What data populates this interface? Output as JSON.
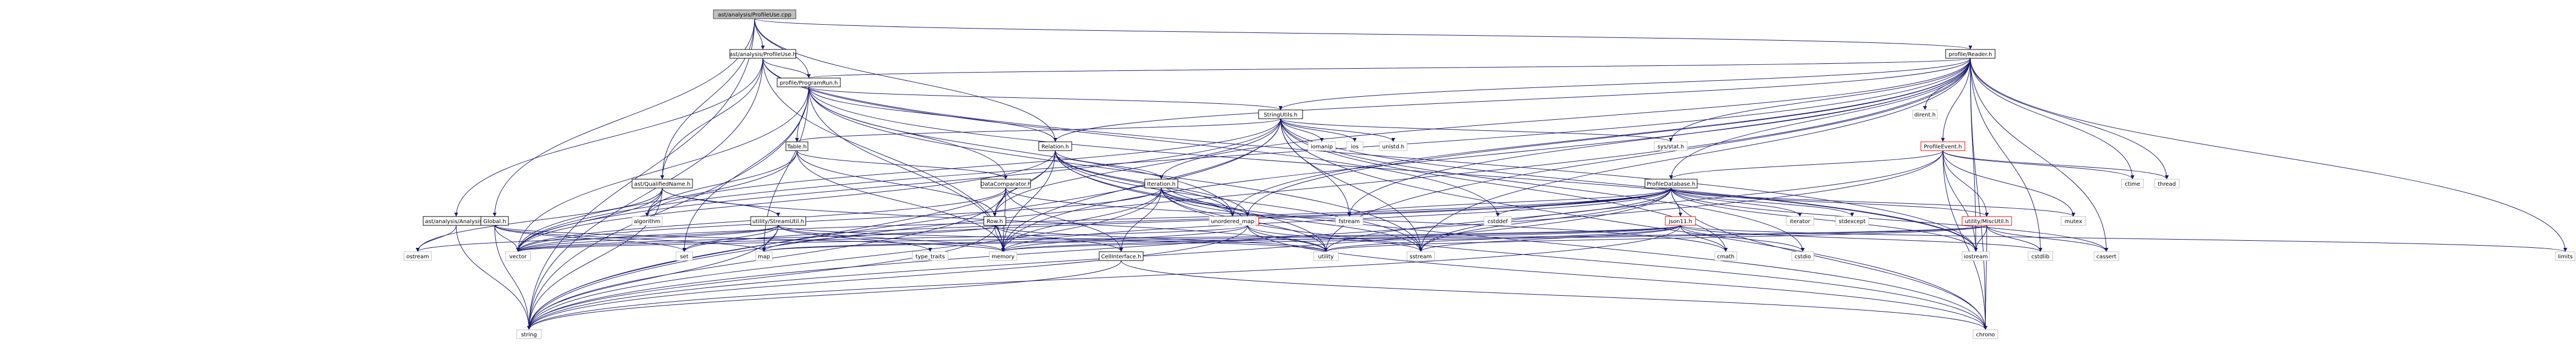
{
  "colors": {
    "root_fill": "#bfbfbf",
    "root_stroke": "#404040",
    "local_stroke": "#000000",
    "system_stroke": "#bfbfbf",
    "include_edge": "#191970",
    "undocumented_stroke": "#ff0000",
    "background": "#ffffff"
  },
  "nodes": [
    {
      "id": "root",
      "label": "ast/analysis/ProfileUse.cpp",
      "kind": "root"
    },
    {
      "id": "profileuse_h",
      "label": "ast/analysis/ProfileUse.h",
      "kind": "local"
    },
    {
      "id": "profilereader",
      "label": "profile/Reader.h",
      "kind": "local"
    },
    {
      "id": "programrun",
      "label": "profile/ProgramRun.h",
      "kind": "local"
    },
    {
      "id": "stringutils",
      "label": "StringUtils.h",
      "kind": "local"
    },
    {
      "id": "table",
      "label": "Table.h",
      "kind": "local"
    },
    {
      "id": "relation",
      "label": "Relation.h",
      "kind": "local"
    },
    {
      "id": "qualifiedname",
      "label": "ast/QualifiedName.h",
      "kind": "local"
    },
    {
      "id": "datacomparator",
      "label": "DataComparator.h",
      "kind": "local"
    },
    {
      "id": "iteration",
      "label": "Iteration.h",
      "kind": "local"
    },
    {
      "id": "profiledatabase",
      "label": "ProfileDatabase.h",
      "kind": "local"
    },
    {
      "id": "profileevent",
      "label": "ProfileEvent.h",
      "kind": "undocumented"
    },
    {
      "id": "analysis",
      "label": "ast/analysis/Analysis.h",
      "kind": "local"
    },
    {
      "id": "global",
      "label": "Global.h",
      "kind": "local"
    },
    {
      "id": "streamutil",
      "label": "utility/StreamUtil.h",
      "kind": "local"
    },
    {
      "id": "row",
      "label": "Row.h",
      "kind": "local"
    },
    {
      "id": "rule",
      "label": "Rule.h",
      "kind": "undocumented"
    },
    {
      "id": "json11",
      "label": "json11.h",
      "kind": "undocumented"
    },
    {
      "id": "miscutil",
      "label": "utility/MiscUtil.h",
      "kind": "undocumented"
    },
    {
      "id": "cellinterface",
      "label": "CellInterface.h",
      "kind": "local"
    },
    {
      "id": "dirent",
      "label": "dirent.h",
      "kind": "system"
    },
    {
      "id": "sysstat",
      "label": "sys/stat.h",
      "kind": "system"
    },
    {
      "id": "iomanip",
      "label": "iomanip",
      "kind": "system"
    },
    {
      "id": "ios",
      "label": "ios",
      "kind": "system"
    },
    {
      "id": "unistd",
      "label": "unistd.h",
      "kind": "system"
    },
    {
      "id": "thread",
      "label": "thread",
      "kind": "system"
    },
    {
      "id": "ctime",
      "label": "ctime",
      "kind": "system"
    },
    {
      "id": "limits",
      "label": "limits",
      "kind": "system"
    },
    {
      "id": "fstream",
      "label": "fstream",
      "kind": "system"
    },
    {
      "id": "cstddef",
      "label": "cstddef",
      "kind": "system"
    },
    {
      "id": "iterator",
      "label": "iterator",
      "kind": "system"
    },
    {
      "id": "stdexcept",
      "label": "stdexcept",
      "kind": "system"
    },
    {
      "id": "mutex",
      "label": "mutex",
      "kind": "system"
    },
    {
      "id": "algorithm",
      "label": "algorithm",
      "kind": "system"
    },
    {
      "id": "unordered_map",
      "label": "unordered_map",
      "kind": "system"
    },
    {
      "id": "ostream",
      "label": "ostream",
      "kind": "system"
    },
    {
      "id": "vector",
      "label": "vector",
      "kind": "system"
    },
    {
      "id": "set",
      "label": "set",
      "kind": "system"
    },
    {
      "id": "map",
      "label": "map",
      "kind": "system"
    },
    {
      "id": "type_traits",
      "label": "type_traits",
      "kind": "system"
    },
    {
      "id": "memory",
      "label": "memory",
      "kind": "system"
    },
    {
      "id": "utility",
      "label": "utility",
      "kind": "system"
    },
    {
      "id": "sstream",
      "label": "sstream",
      "kind": "system"
    },
    {
      "id": "cmath",
      "label": "cmath",
      "kind": "system"
    },
    {
      "id": "cstdio",
      "label": "cstdio",
      "kind": "system"
    },
    {
      "id": "iostream",
      "label": "iostream",
      "kind": "system"
    },
    {
      "id": "cstdlib",
      "label": "cstdlib",
      "kind": "system"
    },
    {
      "id": "cassert",
      "label": "cassert",
      "kind": "system"
    },
    {
      "id": "chrono",
      "label": "chrono",
      "kind": "system"
    },
    {
      "id": "string",
      "label": "string",
      "kind": "system"
    }
  ],
  "edges": [
    [
      "root",
      "profileuse_h"
    ],
    [
      "root",
      "profilereader"
    ],
    [
      "root",
      "programrun"
    ],
    [
      "root",
      "qualifiedname"
    ],
    [
      "root",
      "relation"
    ],
    [
      "root",
      "global"
    ],
    [
      "root",
      "string"
    ],
    [
      "profileuse_h",
      "analysis"
    ],
    [
      "profileuse_h",
      "programrun"
    ],
    [
      "profileuse_h",
      "qualifiedname"
    ],
    [
      "profileuse_h",
      "memory"
    ],
    [
      "profileuse_h",
      "string"
    ],
    [
      "profileuse_h",
      "cstddef"
    ],
    [
      "profileuse_h",
      "iostream"
    ],
    [
      "profilereader",
      "programrun"
    ],
    [
      "profilereader",
      "stringutils"
    ],
    [
      "profilereader",
      "dirent"
    ],
    [
      "profilereader",
      "sysstat"
    ],
    [
      "profilereader",
      "profileevent"
    ],
    [
      "profilereader",
      "profiledatabase"
    ],
    [
      "profilereader",
      "relation"
    ],
    [
      "profilereader",
      "rule"
    ],
    [
      "profilereader",
      "iteration"
    ],
    [
      "profilereader",
      "thread"
    ],
    [
      "profilereader",
      "ctime"
    ],
    [
      "profilereader",
      "limits"
    ],
    [
      "profilereader",
      "fstream"
    ],
    [
      "profilereader",
      "cassert"
    ],
    [
      "profilereader",
      "chrono"
    ],
    [
      "profilereader",
      "iostream"
    ],
    [
      "profilereader",
      "memory"
    ],
    [
      "profilereader",
      "unordered_map"
    ],
    [
      "profilereader",
      "string"
    ],
    [
      "profilereader",
      "sstream"
    ],
    [
      "profilereader",
      "utility"
    ],
    [
      "profilereader",
      "vector"
    ],
    [
      "profilereader",
      "cstdlib"
    ],
    [
      "programrun",
      "stringutils"
    ],
    [
      "programrun",
      "table"
    ],
    [
      "programrun",
      "relation"
    ],
    [
      "programrun",
      "datacomparator"
    ],
    [
      "programrun",
      "map"
    ],
    [
      "programrun",
      "set"
    ],
    [
      "programrun",
      "string"
    ],
    [
      "programrun",
      "vector"
    ],
    [
      "programrun",
      "unordered_map"
    ],
    [
      "programrun",
      "memory"
    ],
    [
      "programrun",
      "sstream"
    ],
    [
      "programrun",
      "iostream"
    ],
    [
      "stringutils",
      "iomanip"
    ],
    [
      "stringutils",
      "ios"
    ],
    [
      "stringutils",
      "unistd"
    ],
    [
      "stringutils",
      "sysstat"
    ],
    [
      "stringutils",
      "table"
    ],
    [
      "stringutils",
      "algorithm"
    ],
    [
      "stringutils",
      "fstream"
    ],
    [
      "stringutils",
      "cmath"
    ],
    [
      "stringutils",
      "chrono"
    ],
    [
      "stringutils",
      "memory"
    ],
    [
      "stringutils",
      "sstream"
    ],
    [
      "stringutils",
      "string"
    ],
    [
      "stringutils",
      "vector"
    ],
    [
      "stringutils",
      "cstdio"
    ],
    [
      "stringutils",
      "iostream"
    ],
    [
      "stringutils",
      "row"
    ],
    [
      "table",
      "row"
    ],
    [
      "table",
      "datacomparator"
    ],
    [
      "table",
      "algorithm"
    ],
    [
      "table",
      "vector"
    ],
    [
      "table",
      "memory"
    ],
    [
      "relation",
      "iteration"
    ],
    [
      "relation",
      "rule"
    ],
    [
      "relation",
      "row"
    ],
    [
      "relation",
      "chrono"
    ],
    [
      "relation",
      "unordered_map"
    ],
    [
      "relation",
      "memory"
    ],
    [
      "relation",
      "string"
    ],
    [
      "relation",
      "vector"
    ],
    [
      "relation",
      "sstream"
    ],
    [
      "relation",
      "utility"
    ],
    [
      "qualifiedname",
      "streamutil"
    ],
    [
      "qualifiedname",
      "algorithm"
    ],
    [
      "qualifiedname",
      "vector"
    ],
    [
      "qualifiedname",
      "string"
    ],
    [
      "qualifiedname",
      "ostream"
    ],
    [
      "qualifiedname",
      "utility"
    ],
    [
      "datacomparator",
      "row"
    ],
    [
      "datacomparator",
      "cellinterface"
    ],
    [
      "datacomparator",
      "memory"
    ],
    [
      "datacomparator",
      "string"
    ],
    [
      "datacomparator",
      "vector"
    ],
    [
      "datacomparator",
      "cmath"
    ],
    [
      "iteration",
      "rule"
    ],
    [
      "iteration",
      "cellinterface"
    ],
    [
      "iteration",
      "chrono"
    ],
    [
      "iteration",
      "unordered_map"
    ],
    [
      "iteration",
      "memory"
    ],
    [
      "iteration",
      "string"
    ],
    [
      "iteration",
      "vector"
    ],
    [
      "iteration",
      "sstream"
    ],
    [
      "iteration",
      "utility"
    ],
    [
      "profiledatabase",
      "json11"
    ],
    [
      "profiledatabase",
      "miscutil"
    ],
    [
      "profiledatabase",
      "chrono"
    ],
    [
      "profiledatabase",
      "cstddef"
    ],
    [
      "profiledatabase",
      "fstream"
    ],
    [
      "profiledatabase",
      "iostream"
    ],
    [
      "profiledatabase",
      "iterator"
    ],
    [
      "profiledatabase",
      "map"
    ],
    [
      "profiledatabase",
      "memory"
    ],
    [
      "profiledatabase",
      "mutex"
    ],
    [
      "profiledatabase",
      "set"
    ],
    [
      "profiledatabase",
      "sstream"
    ],
    [
      "profiledatabase",
      "stdexcept"
    ],
    [
      "profiledatabase",
      "string"
    ],
    [
      "profiledatabase",
      "utility"
    ],
    [
      "profiledatabase",
      "vector"
    ],
    [
      "profiledatabase",
      "cassert"
    ],
    [
      "profileevent",
      "profiledatabase"
    ],
    [
      "profileevent",
      "miscutil"
    ],
    [
      "profileevent",
      "chrono"
    ],
    [
      "profileevent",
      "ctime"
    ],
    [
      "profileevent",
      "iostream"
    ],
    [
      "profileevent",
      "mutex"
    ],
    [
      "profileevent",
      "sstream"
    ],
    [
      "profileevent",
      "string"
    ],
    [
      "profileevent",
      "thread"
    ],
    [
      "analysis",
      "ostream"
    ],
    [
      "analysis",
      "string"
    ],
    [
      "global",
      "map"
    ],
    [
      "global",
      "set"
    ],
    [
      "global",
      "string"
    ],
    [
      "global",
      "vector"
    ],
    [
      "global",
      "memory"
    ],
    [
      "streamutil",
      "map"
    ],
    [
      "streamutil",
      "memory"
    ],
    [
      "streamutil",
      "ostream"
    ],
    [
      "streamutil",
      "set"
    ],
    [
      "streamutil",
      "string"
    ],
    [
      "streamutil",
      "type_traits"
    ],
    [
      "streamutil",
      "utility"
    ],
    [
      "streamutil",
      "vector"
    ],
    [
      "row",
      "cellinterface"
    ],
    [
      "row",
      "string"
    ],
    [
      "row",
      "vector"
    ],
    [
      "row",
      "memory"
    ],
    [
      "row",
      "utility"
    ],
    [
      "rule",
      "iteration"
    ],
    [
      "rule",
      "chrono"
    ],
    [
      "rule",
      "memory"
    ],
    [
      "rule",
      "string"
    ],
    [
      "rule",
      "unordered_map"
    ],
    [
      "rule",
      "utility"
    ],
    [
      "rule",
      "vector"
    ],
    [
      "rule",
      "sstream"
    ],
    [
      "json11",
      "string"
    ],
    [
      "json11",
      "vector"
    ],
    [
      "json11",
      "map"
    ],
    [
      "json11",
      "memory"
    ],
    [
      "json11",
      "initializer"
    ],
    [
      "json11",
      "cmath"
    ],
    [
      "json11",
      "cstdio"
    ],
    [
      "json11",
      "limits"
    ],
    [
      "json11",
      "sstream"
    ],
    [
      "json11",
      "utility"
    ],
    [
      "json11",
      "cstdlib"
    ],
    [
      "miscutil",
      "cassert"
    ],
    [
      "miscutil",
      "chrono"
    ],
    [
      "miscutil",
      "iostream"
    ],
    [
      "miscutil",
      "cstdlib"
    ],
    [
      "miscutil",
      "utility"
    ],
    [
      "miscutil",
      "map"
    ],
    [
      "miscutil",
      "memory"
    ],
    [
      "cellinterface",
      "string"
    ],
    [
      "cellinterface",
      "chrono"
    ]
  ]
}
